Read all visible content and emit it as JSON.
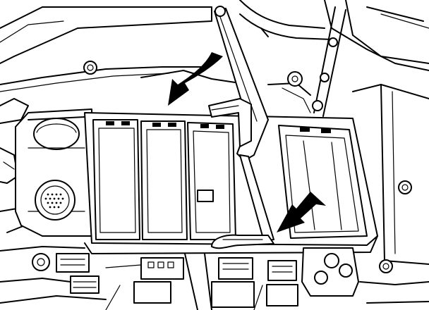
{
  "figure_code": "",
  "colors": {
    "line": "#000000",
    "background": "#ffffff"
  },
  "elements": {
    "arrows": [
      "curved-arrow",
      "straight-arrow"
    ],
    "tool": "removal-tool-lever",
    "modules": 4
  }
}
